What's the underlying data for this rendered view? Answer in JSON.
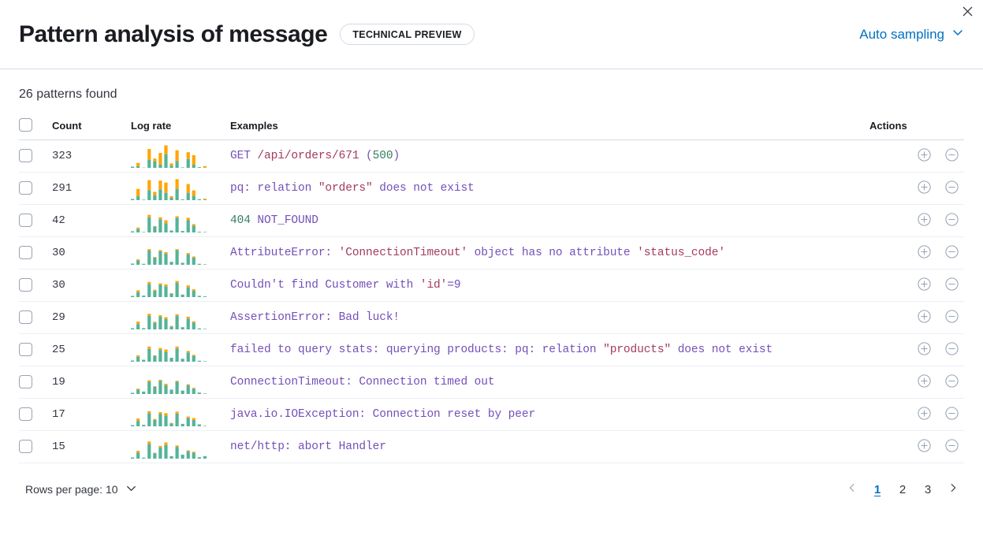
{
  "header": {
    "title": "Pattern analysis of message",
    "badge": "TECHNICAL PREVIEW",
    "sampling_label": "Auto sampling",
    "close_label": "Close"
  },
  "summary": {
    "patterns_found": "26 patterns found"
  },
  "table": {
    "columns": {
      "select_all": "",
      "count": "Count",
      "log_rate": "Log rate",
      "examples": "Examples",
      "actions": "Actions"
    },
    "rows": [
      {
        "count": "323",
        "example_plain": "GET /api/orders/671 (500)",
        "tokens": [
          {
            "text": "GET ",
            "type": "kw"
          },
          {
            "text": "/api/orders/671",
            "type": "str"
          },
          {
            "text": " (",
            "type": "kw"
          },
          {
            "text": "500",
            "type": "num"
          },
          {
            "text": ")",
            "type": "kw"
          }
        ],
        "spark": {
          "green": [
            0,
            7,
            1,
            33,
            26,
            13,
            56,
            9,
            28,
            2,
            36,
            13,
            3,
            1
          ],
          "orange": [
            0,
            13,
            0,
            44,
            12,
            48,
            36,
            9,
            44,
            0,
            28,
            39,
            0,
            6
          ]
        }
      },
      {
        "count": "291",
        "example_plain": "pq: relation \"orders\" does not exist",
        "tokens": [
          {
            "text": "pq: relation ",
            "type": "kw"
          },
          {
            "text": "\"orders\"",
            "type": "str"
          },
          {
            "text": " does not exist",
            "type": "kw"
          }
        ],
        "spark": {
          "green": [
            0,
            16,
            2,
            40,
            20,
            44,
            30,
            10,
            46,
            3,
            30,
            18,
            4,
            2
          ],
          "orange": [
            0,
            30,
            0,
            42,
            14,
            36,
            42,
            6,
            40,
            0,
            36,
            22,
            0,
            4
          ]
        }
      },
      {
        "count": "42",
        "example_plain": "404 NOT_FOUND",
        "tokens": [
          {
            "text": "404",
            "type": "num"
          },
          {
            "text": " NOT_FOUND",
            "type": "kw"
          }
        ],
        "spark": {
          "green": [
            0,
            14,
            2,
            62,
            24,
            54,
            38,
            8,
            60,
            6,
            50,
            28,
            3,
            2
          ],
          "orange": [
            0,
            6,
            0,
            10,
            2,
            8,
            12,
            0,
            6,
            0,
            10,
            6,
            0,
            0
          ]
        }
      },
      {
        "count": "30",
        "example_plain": "AttributeError: 'ConnectionTimeout' object has no attribute 'status_code'",
        "tokens": [
          {
            "text": "AttributeError: ",
            "type": "kw"
          },
          {
            "text": "'ConnectionTimeout'",
            "type": "str"
          },
          {
            "text": " object has no attribute ",
            "type": "kw"
          },
          {
            "text": "'status_code'",
            "type": "str"
          }
        ],
        "spark": {
          "green": [
            0,
            18,
            4,
            58,
            30,
            56,
            46,
            12,
            60,
            8,
            42,
            30,
            4,
            2
          ],
          "orange": [
            0,
            4,
            0,
            6,
            2,
            4,
            6,
            0,
            4,
            0,
            6,
            4,
            0,
            0
          ]
        }
      },
      {
        "count": "30",
        "example_plain": "Couldn't find Customer with 'id'=9",
        "tokens": [
          {
            "text": "Couldn't find Customer with ",
            "type": "kw"
          },
          {
            "text": "'id'",
            "type": "str"
          },
          {
            "text": "=9",
            "type": "kw"
          }
        ],
        "spark": {
          "green": [
            0,
            20,
            6,
            54,
            26,
            50,
            44,
            14,
            58,
            10,
            40,
            26,
            5,
            3
          ],
          "orange": [
            0,
            8,
            0,
            8,
            4,
            6,
            8,
            2,
            8,
            0,
            8,
            6,
            0,
            0
          ]
        }
      },
      {
        "count": "29",
        "example_plain": "AssertionError: Bad luck!",
        "tokens": [
          {
            "text": "AssertionError: Bad luck!",
            "type": "kw"
          }
        ],
        "spark": {
          "green": [
            0,
            22,
            5,
            56,
            28,
            52,
            42,
            12,
            56,
            9,
            44,
            28,
            4,
            2
          ],
          "orange": [
            0,
            10,
            0,
            8,
            3,
            6,
            8,
            2,
            6,
            0,
            8,
            5,
            0,
            0
          ]
        }
      },
      {
        "count": "25",
        "example_plain": "failed to query stats: querying products: pq: relation \"products\" does not exist",
        "tokens": [
          {
            "text": "failed to query stats: querying products: pq: relation ",
            "type": "kw"
          },
          {
            "text": "\"products\"",
            "type": "str"
          },
          {
            "text": " does not exist",
            "type": "kw"
          }
        ],
        "spark": {
          "green": [
            0,
            20,
            8,
            52,
            24,
            48,
            40,
            16,
            54,
            12,
            38,
            24,
            4,
            2
          ],
          "orange": [
            0,
            6,
            0,
            10,
            2,
            8,
            10,
            0,
            8,
            0,
            6,
            4,
            0,
            0
          ]
        }
      },
      {
        "count": "19",
        "example_plain": "ConnectionTimeout: Connection timed out",
        "tokens": [
          {
            "text": "ConnectionTimeout: Connection timed out",
            "type": "kw"
          }
        ],
        "spark": {
          "green": [
            0,
            18,
            10,
            50,
            30,
            54,
            36,
            18,
            50,
            14,
            36,
            22,
            6,
            2
          ],
          "orange": [
            0,
            4,
            0,
            6,
            2,
            4,
            6,
            0,
            4,
            0,
            4,
            3,
            0,
            0
          ]
        }
      },
      {
        "count": "17",
        "example_plain": "java.io.IOException: Connection reset by peer",
        "tokens": [
          {
            "text": "java.io.IOException: Connection reset by peer",
            "type": "kw"
          }
        ],
        "spark": {
          "green": [
            0,
            22,
            6,
            54,
            26,
            50,
            44,
            12,
            52,
            10,
            34,
            26,
            8,
            2
          ],
          "orange": [
            0,
            10,
            0,
            8,
            4,
            8,
            10,
            2,
            8,
            0,
            6,
            8,
            0,
            0
          ]
        }
      },
      {
        "count": "15",
        "example_plain": "net/http: abort Handler",
        "tokens": [
          {
            "text": "net/http: abort Handler",
            "type": "kw"
          }
        ],
        "spark": {
          "green": [
            0,
            24,
            4,
            60,
            22,
            46,
            56,
            10,
            48,
            16,
            30,
            24,
            6,
            10
          ],
          "orange": [
            0,
            8,
            0,
            10,
            2,
            6,
            10,
            0,
            6,
            0,
            4,
            4,
            0,
            0
          ]
        }
      }
    ]
  },
  "footer": {
    "rows_per_page_label": "Rows per page: 10",
    "pages": [
      "1",
      "2",
      "3"
    ],
    "active_page": "1"
  },
  "colors": {
    "accent": "#0071c2",
    "spark_green": "#54b399",
    "spark_orange": "#ffa500",
    "token_keyword": "#7450b8",
    "token_string": "#a33b5b",
    "token_number": "#357d61",
    "border": "#d3dae6"
  }
}
